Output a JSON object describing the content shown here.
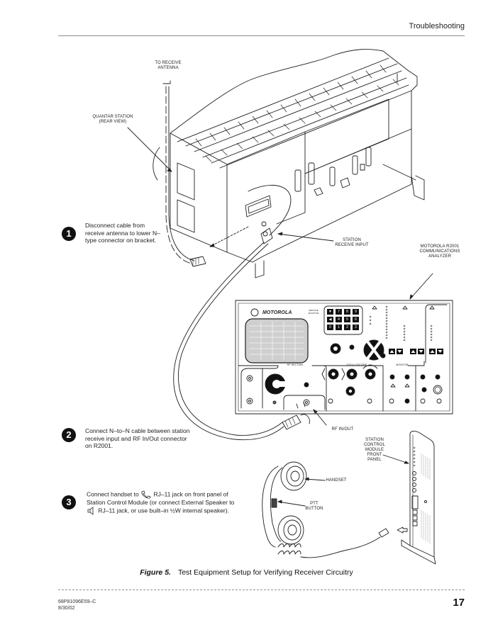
{
  "header": {
    "section_title": "Troubleshooting"
  },
  "figure": {
    "number_label": "Figure 5.",
    "title": "Test Equipment Setup for Verifying Receiver Circuitry"
  },
  "callouts": {
    "antenna": "TO RECEIVE ANTENNA",
    "station": "QUANTAR STATION (REAR VIEW)",
    "receive_input": "STATION RECEIVE INPUT",
    "analyzer": "MOTOROLA R2001 COMMUNICATIONS ANALYZER",
    "rf_inout": "RF IN/OUT",
    "control_module": "STATION CONTROL MODULE FRONT PANEL",
    "handset": "HANDSET",
    "ptt": "PTT BUTTON"
  },
  "analyzer_panel": {
    "brand": "MOTOROLA",
    "model_text": "SERVICE MONITOR",
    "section_rf": "RF SECTION",
    "section_osc": "OSCILLOSCOPE",
    "section_monitor": "MONITOR",
    "keypad": [
      "▼",
      "7",
      "8",
      "9",
      "◀",
      "4",
      "5",
      "6",
      "0",
      "1",
      "2",
      "3"
    ]
  },
  "steps": [
    {
      "number": "1",
      "text": "Disconnect cable from receive antenna to lower N–type connector on bracket."
    },
    {
      "number": "2",
      "text": "Connect N–to–N cable between station receive input and RF In/Out connector on R2001."
    },
    {
      "number": "3",
      "text_a": "Connect handset to",
      "text_b": "RJ–11 jack on front panel of Station Control Module (or connect External Speaker to",
      "text_c": "RJ–11 jack, or use built–in ½W internal speaker).",
      "icons": [
        "handset-icon",
        "speaker-icon"
      ]
    }
  ],
  "footer": {
    "doc_number": "68P81096E59–C",
    "date": "8/30/02",
    "page_number": "17"
  }
}
